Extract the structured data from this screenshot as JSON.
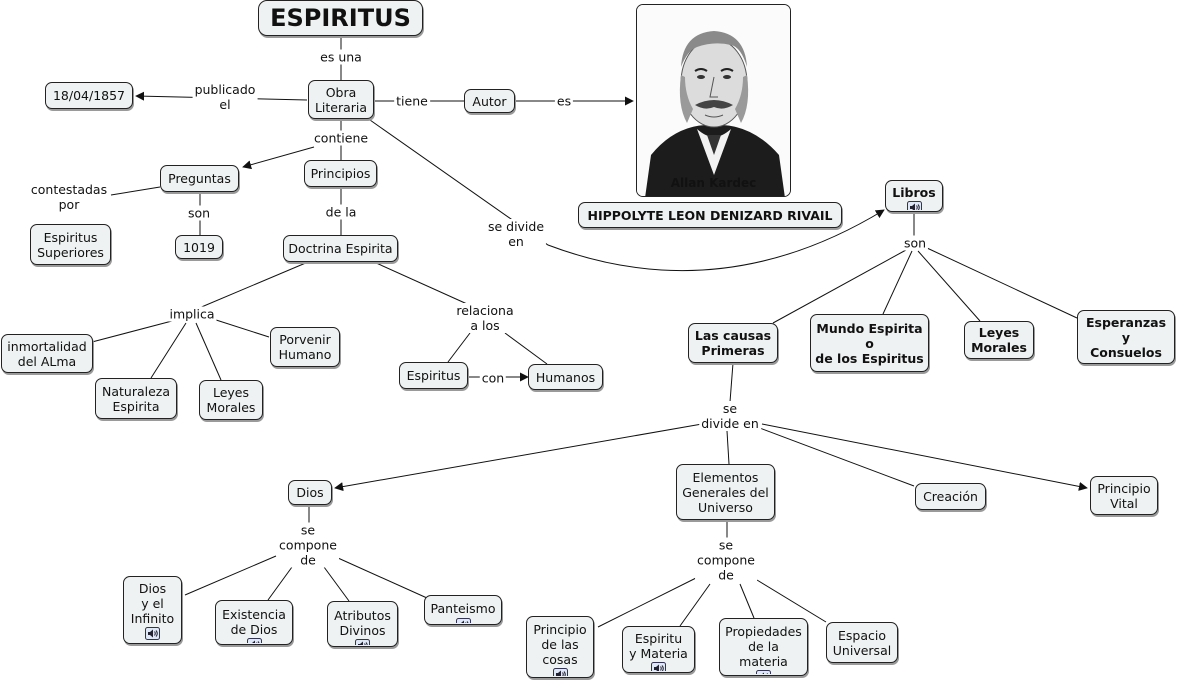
{
  "title": "ESPIRITUS",
  "nodes": {
    "obra": "Obra\nLiteraria",
    "fecha": "18/04/1857",
    "autor": "Autor",
    "preguntas": "Preguntas",
    "principios": "Principios",
    "espiritus_superiores": "Espiritus\nSuperiores",
    "n1019": "1019",
    "doctrina": "Doctrina Espirita",
    "inmortalidad": "inmortalidad\ndel ALma",
    "naturaleza": "Naturaleza\nEspirita",
    "leyes_morales_1": "Leyes\nMorales",
    "porvenir": "Porvenir\nHumano",
    "espiritus": "Espiritus",
    "humanos": "Humanos",
    "nombre": "HIPPOLYTE LEON DENIZARD RIVAIL",
    "libros": "Libros",
    "causas": "Las causas\nPrimeras",
    "mundo": "Mundo Espirita\no\nde los Espiritus",
    "leyes_morales_2": "Leyes\nMorales",
    "esperanzas": "Esperanzas\ny\nConsuelos",
    "dios": "Dios",
    "elementos": "Elementos\nGenerales del\nUniverso",
    "creacion": "Creación",
    "principio_vital": "Principio\nVital",
    "dios_infinito": "Dios\ny el\nInfinito",
    "existencia": "Existencia\nde Dios",
    "atributos": "Atributos\nDivinos",
    "panteismo": "Panteismo",
    "principio_cosas": "Principio\nde las\ncosas",
    "espiritu_materia": "Espiritu\ny Materia",
    "propiedades": "Propiedades\nde la\nmateria",
    "espacio": "Espacio\nUniversal"
  },
  "links": {
    "es_una": "es una",
    "publicado": "publicado\nel",
    "tiene": "tiene",
    "es": "es",
    "contiene": "contiene",
    "contestadas": "contestadas\npor",
    "son_1": "son",
    "de_la": "de la",
    "se_divide_en_1": "se divide\nen",
    "implica": "implica",
    "relaciona": "relaciona\na los",
    "con": "con",
    "son_2": "son",
    "se_divide_en_2": "se\ndivide en",
    "se_compone_1": "se\ncompone\nde",
    "se_compone_2": "se\ncompone\nde"
  },
  "photo_caption": "Allan  Kardec",
  "colors": {
    "node_fill": "#eef2f2",
    "node_border": "#222222",
    "line": "#111111"
  }
}
